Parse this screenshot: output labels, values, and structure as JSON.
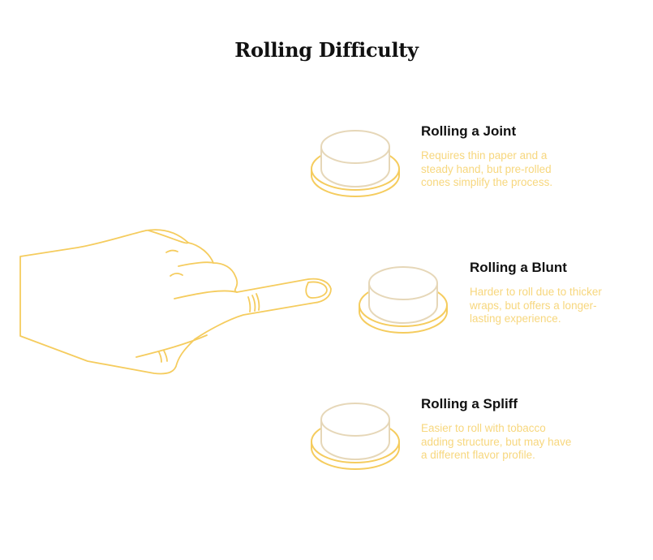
{
  "title": "Rolling Difficulty",
  "items": [
    {
      "heading": "Rolling a Joint",
      "description": "Requires thin paper and a steady hand, but pre-rolled cones simplify the process."
    },
    {
      "heading": "Rolling a Blunt",
      "description": "Harder to roll due to thicker wraps, but offers a longer-lasting experience."
    },
    {
      "heading": "Rolling a Spliff",
      "description": "Easier to roll with tobacco adding structure, but may have a different flavor profile."
    }
  ],
  "colors": {
    "outline_yellow": "#f5cc5e",
    "button_beige": "#e6d7b8",
    "description_text": "#f7d77e",
    "heading_text": "#111111"
  },
  "icons": [
    "pointing-hand-icon",
    "push-button-icon"
  ]
}
